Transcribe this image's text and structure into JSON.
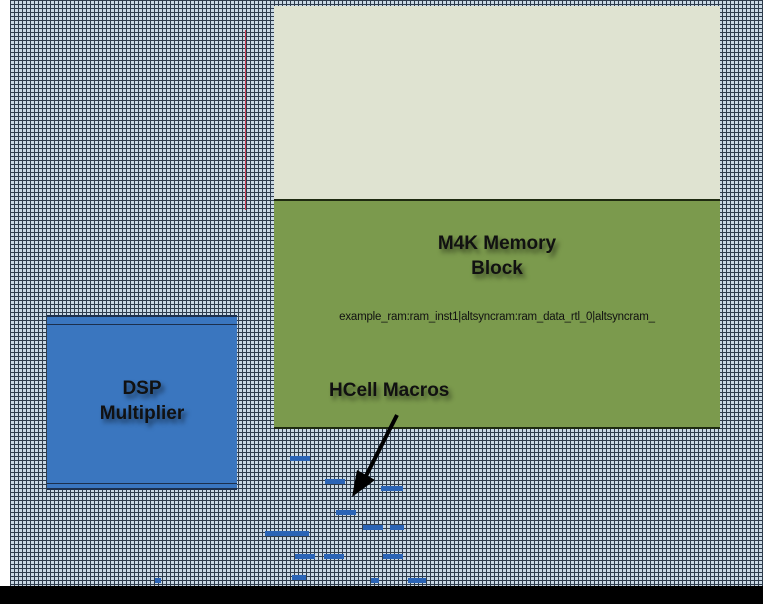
{
  "blocks": {
    "m4k": {
      "title_line1": "M4K Memory",
      "title_line2": "Block",
      "instance": "example_ram:ram_inst1|altsyncram:ram_data_rtl_0|altsyncram_"
    },
    "dsp": {
      "title_line1": "DSP",
      "title_line2": "Multiplier"
    }
  },
  "callout": {
    "label": "HCell Macros"
  },
  "colors": {
    "grid_fill": "#c9d8e4",
    "grid_line": "#2e3c4c",
    "m4k_fill": "#7b9a4d",
    "ram_upper_fill": "#dfe3d1",
    "dsp_fill": "#3a76bf",
    "hcell_fill": "#2a64b6"
  }
}
